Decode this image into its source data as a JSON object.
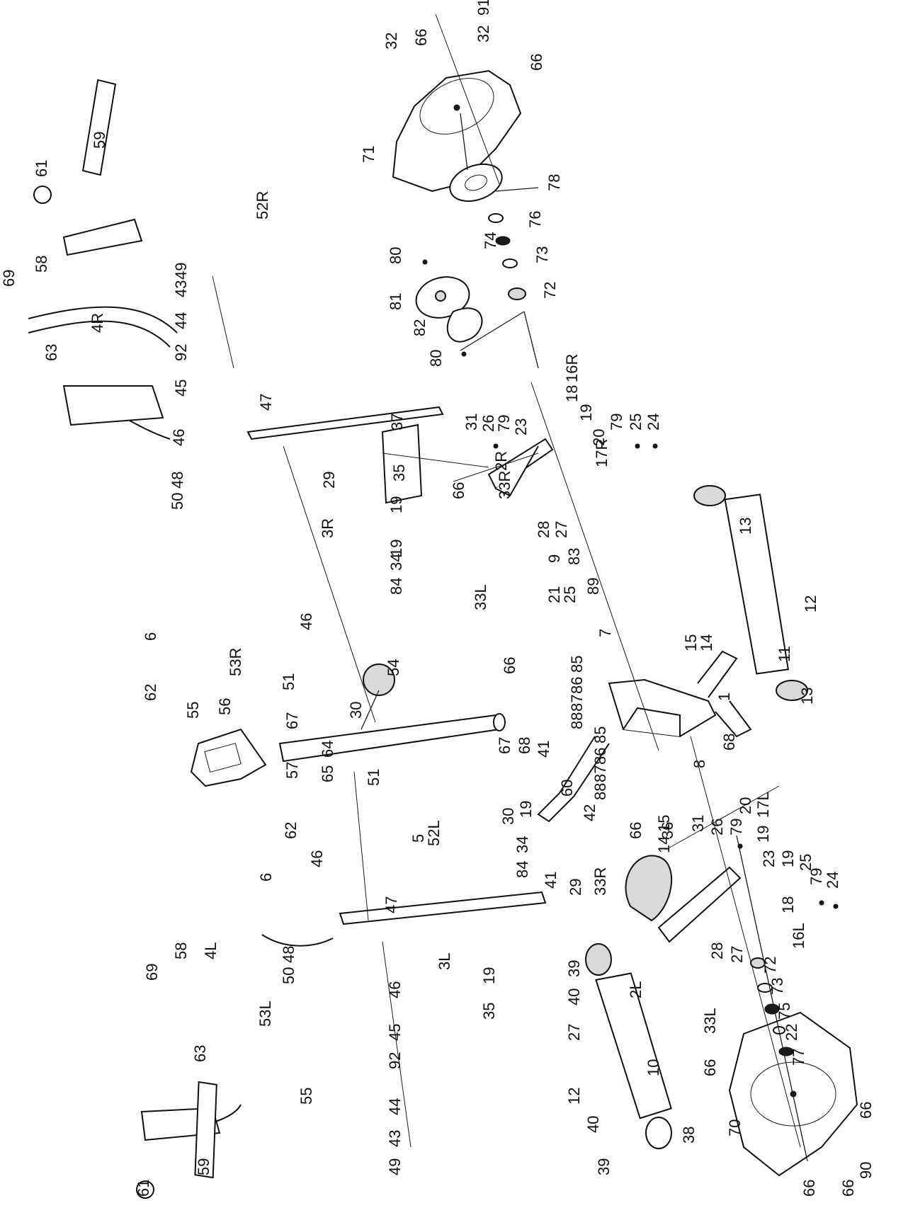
{
  "callouts": {
    "c1": "1",
    "c2L": "2L",
    "c2R": "2R",
    "c3L": "3L",
    "c3R": "3R",
    "c4L": "4L",
    "c4R": "4R",
    "c5": "5",
    "c6a": "6",
    "c6b": "6",
    "c7": "7",
    "c8": "8",
    "c9": "9",
    "c10": "10",
    "c11": "11",
    "c12a": "12",
    "c12b": "12",
    "c13a": "13",
    "c13b": "13",
    "c14a": "14",
    "c14b": "14",
    "c15a": "15",
    "c15b": "15",
    "c16L": "16L",
    "c16R": "16R",
    "c17L": "17L",
    "c17R": "17R",
    "c18a": "18",
    "c18b": "18",
    "c19a": "19",
    "c19b": "19",
    "c19c": "19",
    "c19d": "19",
    "c19e": "19",
    "c19f": "19",
    "c19g": "19",
    "c20a": "20",
    "c20b": "20",
    "c21": "21",
    "c22": "22",
    "c23a": "23",
    "c23b": "23",
    "c24a": "24",
    "c24b": "24",
    "c25a": "25",
    "c25b": "25",
    "c25c": "25",
    "c26a": "26",
    "c26b": "26",
    "c27a": "27",
    "c27b": "27",
    "c27c": "27",
    "c28a": "28",
    "c28b": "28",
    "c29a": "29",
    "c29b": "29",
    "c30a": "30",
    "c30b": "30",
    "c31a": "31",
    "c31b": "31",
    "c32a": "32",
    "c32b": "32",
    "c33L": "33L",
    "c33La": "33L",
    "c33R": "33R",
    "c33Ra": "33R",
    "c34a": "34",
    "c34b": "34",
    "c35a": "35",
    "c35b": "35",
    "c36": "36",
    "c37": "37",
    "c38": "38",
    "c39a": "39",
    "c39b": "39",
    "c40a": "40",
    "c40b": "40",
    "c41": "41",
    "c41b": "41",
    "c42": "42",
    "c43a": "43",
    "c43b": "43",
    "c44a": "44",
    "c44b": "44",
    "c45a": "45",
    "c45b": "45",
    "c46a": "46",
    "c46b": "46",
    "c46c": "46",
    "c46d": "46",
    "c47a": "47",
    "c47b": "47",
    "c48a": "48",
    "c48b": "48",
    "c49a": "49",
    "c49b": "49",
    "c50a": "50",
    "c50b": "50",
    "c51a": "51",
    "c51b": "51",
    "c52L": "52L",
    "c52R": "52R",
    "c53L": "53L",
    "c53R": "53R",
    "c54": "54",
    "c55a": "55",
    "c55b": "55",
    "c56": "56",
    "c57": "57",
    "c58a": "58",
    "c58b": "58",
    "c59a": "59",
    "c59b": "59",
    "c60": "60",
    "c61a": "61",
    "c61b": "61",
    "c62a": "62",
    "c62b": "62",
    "c63a": "63",
    "c63b": "63",
    "c64": "64",
    "c65": "65",
    "c66a": "66",
    "c66b": "66",
    "c66c": "66",
    "c66d": "66",
    "c66e": "66",
    "c66f": "66",
    "c66g": "66",
    "c66h": "66",
    "c66i": "66",
    "c67a": "67",
    "c67b": "67",
    "c68a": "68",
    "c68b": "68",
    "c69a": "69",
    "c69b": "69",
    "c70": "70",
    "c71": "71",
    "c72a": "72",
    "c72b": "72",
    "c73a": "73",
    "c73b": "73",
    "c74": "74",
    "c75": "75",
    "c76": "76",
    "c77": "77",
    "c78": "78",
    "c79a": "79",
    "c79b": "79",
    "c79c": "79",
    "c79d": "79",
    "c80a": "80",
    "c80b": "80",
    "c81": "81",
    "c82": "82",
    "c83": "83",
    "c84a": "84",
    "c84b": "84",
    "c85a": "85",
    "c85b": "85",
    "c86a": "86",
    "c86b": "86",
    "c87a": "87",
    "c87b": "87",
    "c88a": "88",
    "c88b": "88",
    "c89": "89",
    "c90": "90",
    "c91": "91",
    "c92a": "92",
    "c92b": "92"
  }
}
